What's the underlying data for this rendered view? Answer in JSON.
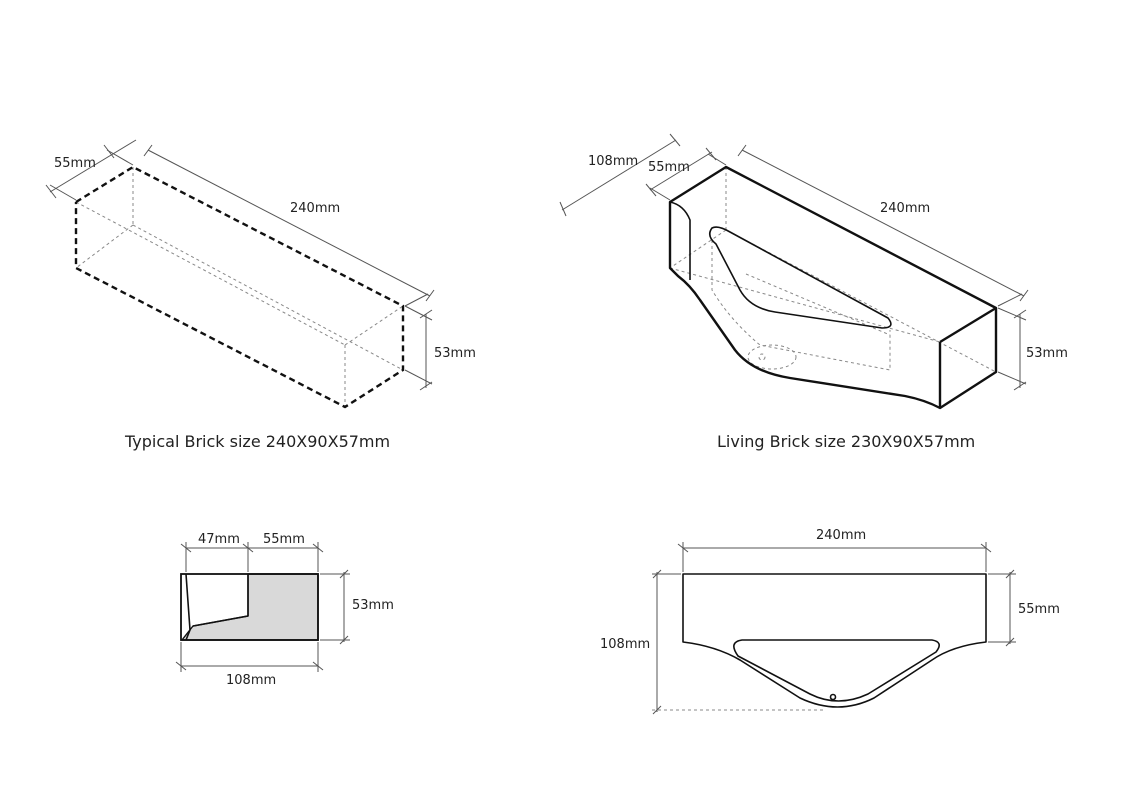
{
  "captions": {
    "typical": "Typical Brick size 240X90X57mm",
    "living": "Living Brick size 230X90X57mm"
  },
  "dims": {
    "typical_depth": "55mm",
    "typical_length": "240mm",
    "typical_height": "53mm",
    "living_width": "108mm",
    "living_depth": "55mm",
    "living_length": "240mm",
    "living_height": "53mm",
    "section_a": "47mm",
    "section_b": "55mm",
    "section_height": "53mm",
    "section_width": "108mm",
    "top_length": "240mm",
    "top_width": "108mm",
    "top_depth": "55mm"
  },
  "colors": {
    "line": "#111111",
    "dimension": "#555555",
    "fill": "#d9d9d9"
  }
}
